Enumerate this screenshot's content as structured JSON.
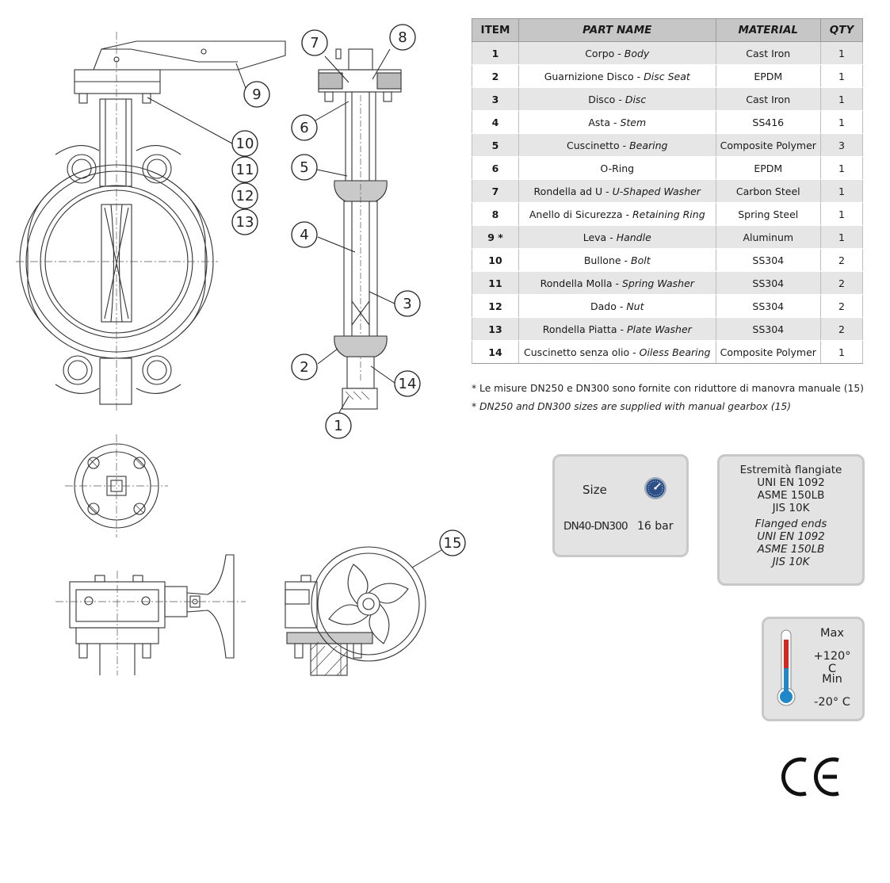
{
  "table": {
    "headers": {
      "item": "ITEM",
      "part_name": "PART NAME",
      "material": "MATERIAL",
      "qty": "QTY"
    },
    "rows": [
      {
        "item": "1",
        "name_it": "Corpo",
        "name_en": "Body",
        "material": "Cast Iron",
        "qty": "1"
      },
      {
        "item": "2",
        "name_it": "Guarnizione Disco",
        "name_en": "Disc Seat",
        "material": "EPDM",
        "qty": "1"
      },
      {
        "item": "3",
        "name_it": "Disco",
        "name_en": "Disc",
        "material": "Cast Iron",
        "qty": "1"
      },
      {
        "item": "4",
        "name_it": "Asta",
        "name_en": "Stem",
        "material": "SS416",
        "qty": "1"
      },
      {
        "item": "5",
        "name_it": "Cuscinetto",
        "name_en": "Bearing",
        "material": "Composite Polymer",
        "qty": "3"
      },
      {
        "item": "6",
        "name_it": "O-Ring",
        "name_en": "",
        "material": "EPDM",
        "qty": "1"
      },
      {
        "item": "7",
        "name_it": "Rondella ad U",
        "name_en": "U-Shaped Washer",
        "material": "Carbon Steel",
        "qty": "1"
      },
      {
        "item": "8",
        "name_it": "Anello di Sicurezza",
        "name_en": "Retaining Ring",
        "material": "Spring Steel",
        "qty": "1"
      },
      {
        "item": "9 *",
        "name_it": "Leva",
        "name_en": "Handle",
        "material": "Aluminum",
        "qty": "1"
      },
      {
        "item": "10",
        "name_it": "Bullone",
        "name_en": "Bolt",
        "material": "SS304",
        "qty": "2"
      },
      {
        "item": "11",
        "name_it": "Rondella Molla",
        "name_en": "Spring Washer",
        "material": "SS304",
        "qty": "2"
      },
      {
        "item": "12",
        "name_it": "Dado",
        "name_en": "Nut",
        "material": "SS304",
        "qty": "2"
      },
      {
        "item": "13",
        "name_it": "Rondella Piatta",
        "name_en": "Plate Washer",
        "material": "SS304",
        "qty": "2"
      },
      {
        "item": "14",
        "name_it": "Cuscinetto senza olio",
        "name_en": "Oiless Bearing",
        "material": "Composite Polymer",
        "qty": "1"
      }
    ]
  },
  "notes": {
    "it": "* Le misure DN250 e DN300 sono fornite con riduttore di manovra manuale (15)",
    "en": "* DN250 and DN300 sizes are supplied with manual gearbox (15)"
  },
  "spec": {
    "size_label": "Size",
    "size_range": "DN40-DN300",
    "pressure": "16 bar"
  },
  "ends": {
    "it_title": "Estremità flangiate",
    "it_lines": [
      "UNI EN 1092",
      "ASME 150LB",
      "JIS 10K"
    ],
    "en_title": "Flanged ends",
    "en_lines": [
      "UNI EN 1092",
      "ASME 150LB",
      "JIS 10K"
    ]
  },
  "temperature": {
    "max_label": "Max",
    "max_value": "+120° C",
    "min_label": "Min",
    "min_value": "-20° C"
  },
  "drawing_callouts": [
    "1",
    "2",
    "3",
    "4",
    "5",
    "6",
    "7",
    "8",
    "9",
    "10",
    "11",
    "12",
    "13",
    "14",
    "15"
  ],
  "colors": {
    "table_header": "#c6c6c6",
    "row_alt": "#e6e6e6",
    "box_bg": "#e3e3e3",
    "thermo_red": "#d9261c",
    "thermo_blue": "#1f88c9",
    "gauge_blue": "#2b4f86"
  },
  "icons": [
    "pressure-gauge-icon",
    "thermometer-icon",
    "ce-mark-icon"
  ]
}
